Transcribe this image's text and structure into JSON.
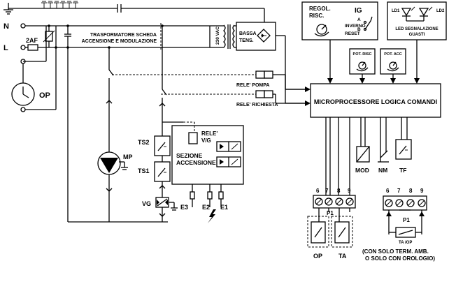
{
  "labels": {
    "N": "N",
    "L": "L",
    "fuse": "2AF",
    "op_clock": "OP",
    "transformer_line1": "TRASFORMATORE SCHEDA",
    "transformer_line2": "ACCENSIONE E MODULAZIONE",
    "vac": "230 VAC",
    "bassa_line1": "BASSA",
    "bassa_line2": "TENS.",
    "regol_line1": "REGOL.",
    "regol_line2": "RISC.",
    "ig": "IG",
    "switch_a": "A",
    "switch_b": "B",
    "inverno": "INVERNO",
    "reset": "RESET",
    "ld1": "LD1",
    "ld2": "LD2",
    "led_line1": "LED SEGNALAZIONE",
    "led_line2": "GUASTI",
    "pot_risc": "POT. RISC",
    "pot_acc": "POT. ACC",
    "rele_pompa": "RELE' POMPA",
    "rele_richiesta": "RELE' RICHIESTA",
    "microprocessor": "MICROPROCESSORE LOGICA COMANDI",
    "rele_vg_line1": "RELE'",
    "rele_vg_line2": "V/G",
    "sezione_line1": "SEZIONE",
    "sezione_line2": "ACCENSIONE",
    "mp": "MP",
    "ts2": "TS2",
    "ts1": "TS1",
    "vg": "VG",
    "e3": "E3",
    "e2": "E2",
    "e1": "E1",
    "mod": "MOD",
    "nm": "NM",
    "tf": "TF",
    "t6": "6",
    "t7": "7",
    "t8": "8",
    "t9": "9",
    "p1": "P1",
    "op_bottom": "OP",
    "ta": "TA",
    "ta_op": "TA /OP",
    "note_line1": "(CON SOLO TERM. AMB.",
    "note_line2": "O SOLO CON OROLOGIO)"
  }
}
